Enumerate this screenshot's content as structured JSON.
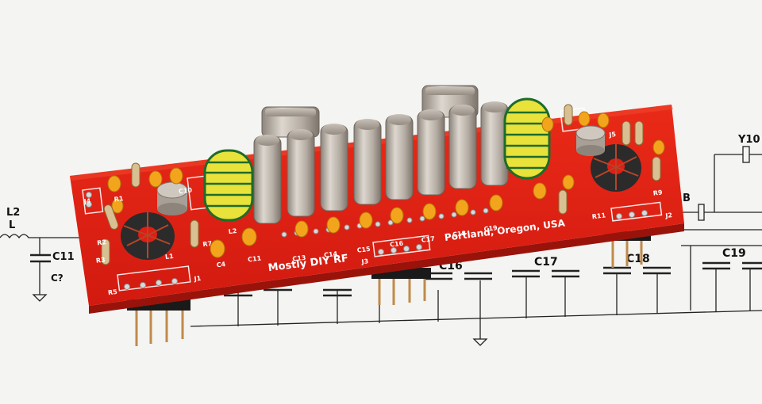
{
  "schematic": {
    "labels": {
      "l2": "L2",
      "l": "L",
      "c11": "C11",
      "c_unknown": "C?",
      "c16": "C16",
      "c17": "C17",
      "c18": "C18",
      "c19": "C19",
      "y10": "Y10",
      "b": "B"
    }
  },
  "board": {
    "color": "#e01e12",
    "title_text": "Mostly DIY RF",
    "location_text": "Portland, Oregon, USA",
    "silkscreen": {
      "r1": "R1",
      "r2": "R2",
      "r3": "R3",
      "r5": "R5",
      "r7": "R7",
      "r9": "R9",
      "r11": "R11",
      "j1": "J1",
      "j2": "J2",
      "j3": "J3",
      "j4": "J4",
      "j5": "J5",
      "l1": "L1",
      "l2": "L2",
      "c4": "C4",
      "c10": "C10",
      "c11": "C11",
      "c13": "C13",
      "c14": "C14",
      "c15": "C15",
      "c16": "C16",
      "c17": "C17",
      "c18": "C18",
      "c19": "C19"
    }
  },
  "colors": {
    "pcb_red": "#e01e12",
    "crystal_metal": "#b9b2aa",
    "toroid_yellow": "#e8e23a",
    "toroid_wire": "#1f6b2a",
    "cap_orange": "#f2a51c",
    "background": "#f4f4f2"
  }
}
